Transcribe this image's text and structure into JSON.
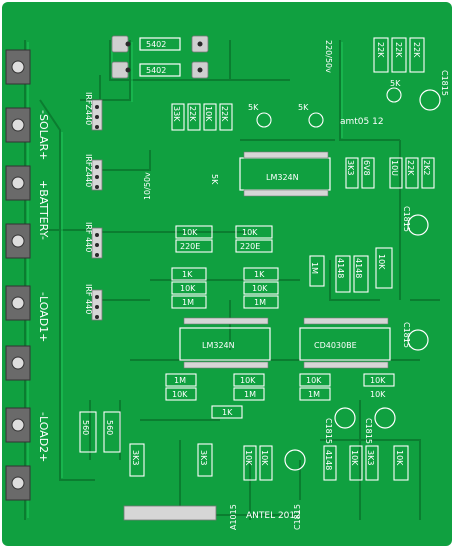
{
  "board": {
    "colors": {
      "background": "#ffffff",
      "board": "#10a040",
      "copper": "#0c8a35",
      "trace": "#16b84c",
      "pad": "#d6d6d6",
      "pad_hole": "#2a2a2a",
      "silk": "#ffffff",
      "connector": "#5a5a5a"
    },
    "labels": {
      "solar": "-SOLAR+",
      "battery": "+BATTERY-",
      "load1": "-LOAD1+",
      "load2": "-LOAD2+",
      "mosfet1": "IRFZ440",
      "mosfet2": "IRFZ440",
      "mosfet3": "IRF 440",
      "mosfet4": "IRF 440",
      "r5402_top": "5402",
      "r5402_bottom": "5402",
      "r33k": "33K",
      "r22k_a": "22K",
      "r10k_a": "10K",
      "r22k_b": "22K",
      "pot5k_a": "5K",
      "pot5k_b": "5K",
      "amt": "amt05 12",
      "cap_220_50": "220/50v",
      "cap_10_50": "10/50v",
      "r22k_c": "22K",
      "r22k_d": "22K",
      "r22k_e": "22K",
      "pot5k_c": "5K",
      "c1815_tr": "C1815",
      "ic_lm324_top": "LM324N",
      "r5k_mid": "5K",
      "r3k3_a": "3K3",
      "d6v8": "6V8",
      "c10u": "10U",
      "r22k_f": "22K",
      "r2k2": "2K2",
      "c1815_mid": "C1815",
      "r10k_b": "10K",
      "r220e_a": "220E",
      "r10k_c": "10K",
      "r220e_b": "220E",
      "r1k_a": "1K",
      "r10k_d": "10K",
      "r1m_a": "1M",
      "r1k_b": "1K",
      "r10k_e": "10K",
      "r1m_b": "1M",
      "r1m_c": "1M",
      "d4148_a": "4148",
      "d4148_b": "4148",
      "r10k_f": "10K",
      "ic_lm324_bottom": "LM324N",
      "ic_cd4030": "CD4030BE",
      "c1815_right": "C1815",
      "r1m_d": "1M",
      "r10k_g": "10K",
      "r1m_e": "1M",
      "r10k_h": "10K",
      "r10k_i": "10K",
      "r1m_f": "1M",
      "r10k_j": "10K",
      "r10k_k": "10K",
      "r1k_c": "1K",
      "r560_a": "560",
      "r560_b": "560",
      "c1815_b1": "C1815",
      "c1815_b2": "C1815",
      "r3k3_b": "3K3",
      "r3k3_c": "3K3",
      "r10k_l": "10K",
      "r10k_m": "10K",
      "d4148_c": "4148",
      "r10k_n": "10K",
      "r3k3_d": "3K3",
      "r10k_o": "10K",
      "a1015": "A1015",
      "c1815_b3": "C1815",
      "antel": "ANTEL 2012"
    }
  }
}
